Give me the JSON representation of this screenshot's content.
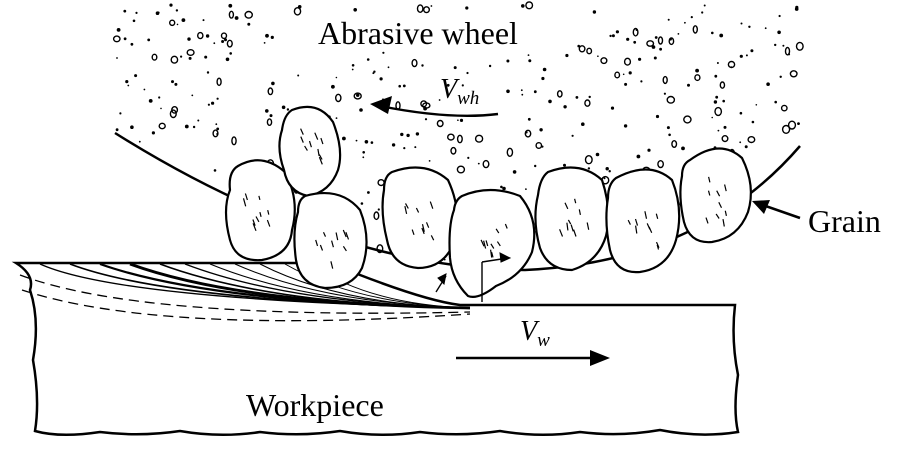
{
  "labels": {
    "wheel": "Abrasive wheel",
    "grain": "Grain",
    "workpiece": "Workpiece",
    "wheel_velocity": "V",
    "wheel_velocity_sub": "wh",
    "work_velocity": "V",
    "work_velocity_sub": "w"
  },
  "colors": {
    "ink": "#000000",
    "paper": "#ffffff"
  }
}
